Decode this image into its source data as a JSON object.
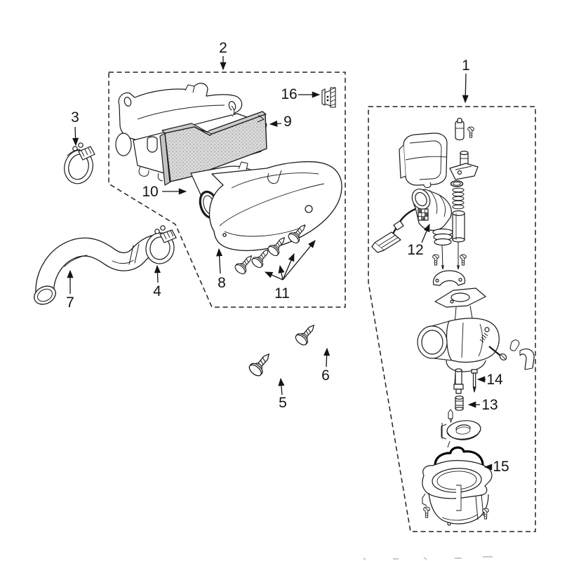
{
  "figure": {
    "kind": "exploded-parts-line-drawing",
    "colors": {
      "background": "#ffffff",
      "line": "#1a1a1a",
      "filter_fill": "#d9d9d9",
      "filter_dot": "#9a9a9a",
      "bold_detail": "#000000"
    }
  },
  "callouts": {
    "c1": {
      "label": "1"
    },
    "c2": {
      "label": "2"
    },
    "c3": {
      "label": "3"
    },
    "c4": {
      "label": "4"
    },
    "c5": {
      "label": "5"
    },
    "c6": {
      "label": "6"
    },
    "c7": {
      "label": "7"
    },
    "c8": {
      "label": "8"
    },
    "c9": {
      "label": "9"
    },
    "c10": {
      "label": "10"
    },
    "c11": {
      "label": "11"
    },
    "c12": {
      "label": "12"
    },
    "c13": {
      "label": "13"
    },
    "c14": {
      "label": "14"
    },
    "c15": {
      "label": "15"
    },
    "c16": {
      "label": "16"
    }
  }
}
